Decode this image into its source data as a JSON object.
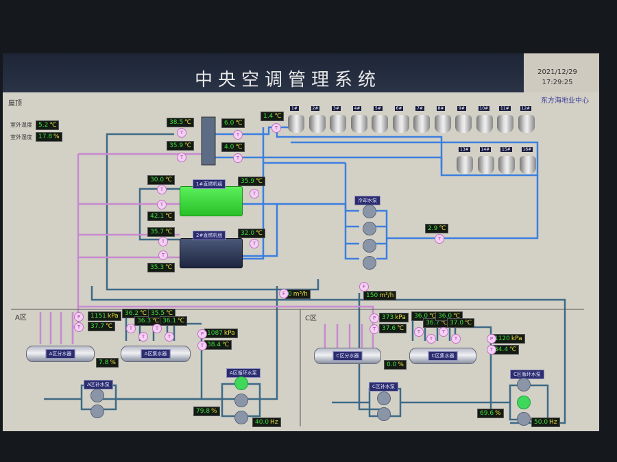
{
  "header": {
    "title": "中央空调管理系统",
    "date": "2021/12/29",
    "time": "17:29:25",
    "company": "东方海地业中心"
  },
  "roof": {
    "section_label": "屋顶",
    "outdoor_temp_label": "室外温度",
    "outdoor_temp": {
      "value": "5.2",
      "unit": "℃"
    },
    "outdoor_humidity_label": "室外湿度",
    "outdoor_humidity": {
      "value": "17.8",
      "unit": "%"
    }
  },
  "readouts": {
    "r1": {
      "value": "38.5",
      "unit": "℃"
    },
    "r2": {
      "value": "6.0",
      "unit": "℃"
    },
    "r3": {
      "value": "35.9",
      "unit": "℃"
    },
    "r4": {
      "value": "4.0",
      "unit": "℃"
    },
    "r5": {
      "value": "1.4",
      "unit": "℃"
    },
    "c1": {
      "value": "30.0",
      "unit": "℃"
    },
    "c2": {
      "value": "35.9",
      "unit": "℃"
    },
    "c3": {
      "value": "42.1",
      "unit": "℃"
    },
    "c4": {
      "value": "35.7",
      "unit": "℃"
    },
    "c5": {
      "value": "32.0",
      "unit": "℃"
    },
    "c6": {
      "value": "35.3",
      "unit": "℃"
    },
    "p1": {
      "value": "2.9",
      "unit": "℃"
    },
    "f1": {
      "value": "0",
      "unit": "m³/h"
    },
    "f2": {
      "value": "150",
      "unit": "m³/h"
    },
    "a1": {
      "value": "1151",
      "unit": "kPa"
    },
    "a2": {
      "value": "37.7",
      "unit": "℃"
    },
    "a3": {
      "value": "36.2",
      "unit": "℃"
    },
    "a4": {
      "value": "36.3",
      "unit": "℃"
    },
    "a5": {
      "value": "35.5",
      "unit": "℃"
    },
    "a6": {
      "value": "36.1",
      "unit": "℃"
    },
    "a7": {
      "value": "1087",
      "unit": "kPa"
    },
    "a8": {
      "value": "38.4",
      "unit": "℃"
    },
    "a9": {
      "value": "7.8",
      "unit": "%"
    },
    "a10": {
      "value": "79.8",
      "unit": "%"
    },
    "a11": {
      "value": "40.0",
      "unit": "Hz"
    },
    "k1": {
      "value": "373",
      "unit": "kPa"
    },
    "k2": {
      "value": "37.6",
      "unit": "℃"
    },
    "k3": {
      "value": "36.0",
      "unit": "℃"
    },
    "k4": {
      "value": "36.7",
      "unit": "℃"
    },
    "k5": {
      "value": "36.0",
      "unit": "℃"
    },
    "k6": {
      "value": "37.0",
      "unit": "℃"
    },
    "k7": {
      "value": "1120",
      "unit": "kPa"
    },
    "k8": {
      "value": "34.4",
      "unit": "℃"
    },
    "k9": {
      "value": "0.0",
      "unit": "%"
    },
    "k10": {
      "value": "69.6",
      "unit": "%"
    },
    "k11": {
      "value": "50.0",
      "unit": "Hz"
    }
  },
  "towers": [
    "1#",
    "2#",
    "3#",
    "4#",
    "5#",
    "6#",
    "7#",
    "8#",
    "9#",
    "10#",
    "11#",
    "12#",
    "13#",
    "14#",
    "15#",
    "16#"
  ],
  "equipment": {
    "chiller1": "1#直燃机组",
    "chiller2": "2#直燃机组",
    "cooling_pumps": "冷却水泵"
  },
  "zone_a": {
    "label": "A区",
    "distributor": "A区分水器",
    "collector": "A区集水器",
    "makeup_pumps": "A区补水泵",
    "circ_pumps": "A区循环水泵"
  },
  "zone_c": {
    "label": "C区",
    "distributor": "C区分水器",
    "collector": "C区集水器",
    "makeup_pumps": "C区补水泵",
    "circ_pumps": "C区循环水泵"
  },
  "colors": {
    "pipe_blue": "#3b7fe0",
    "pipe_dark": "#3d6a86",
    "pipe_pink": "#c88ad0",
    "running": "#3fd85a"
  }
}
